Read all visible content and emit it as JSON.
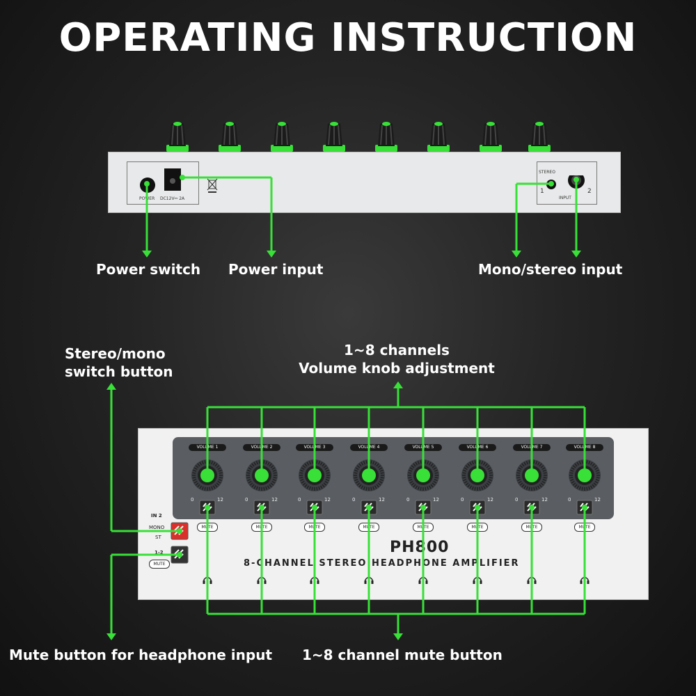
{
  "title": "OPERATING INSTRUCTION",
  "labels": {
    "power_switch": "Power switch",
    "power_input": "Power input",
    "mono_stereo_input": "Mono/stereo input",
    "stereo_mono_switch_line1": "Stereo/mono",
    "stereo_mono_switch_line2": "switch button",
    "channels_line1": "1~8 channels",
    "channels_line2": "Volume knob adjustment",
    "mute_headphone": "Mute button for headphone input",
    "channel_mute": "1~8 channel mute button"
  },
  "rear_panel": {
    "power_text": "POWER",
    "dc_text": "DC12V⎓ 2A",
    "stereo_text": "STEREO",
    "input_text": "INPUT",
    "jack1": "1",
    "jack2": "2"
  },
  "front_panel": {
    "model": "PH800",
    "subtitle": "8-CHANNEL STEREO HEADPHONE AMPLIFIER",
    "volume_labels": [
      "VOLUME 1",
      "VOLUME 2",
      "VOLUME 3",
      "VOLUME 4",
      "VOLUME 5",
      "VOLUME 6",
      "VOLUME 7",
      "VOLUME 8"
    ],
    "scale_min": "0",
    "scale_max": "12",
    "mute_label": "MUTE",
    "in2_label": "IN 2",
    "mono_label": "MONO",
    "st_label": "ST",
    "in1_label": "1-2"
  },
  "colors": {
    "accent": "#38e038",
    "background": "#2a2a2a",
    "panel": "#eeeeee",
    "strip": "#5a5e63"
  }
}
